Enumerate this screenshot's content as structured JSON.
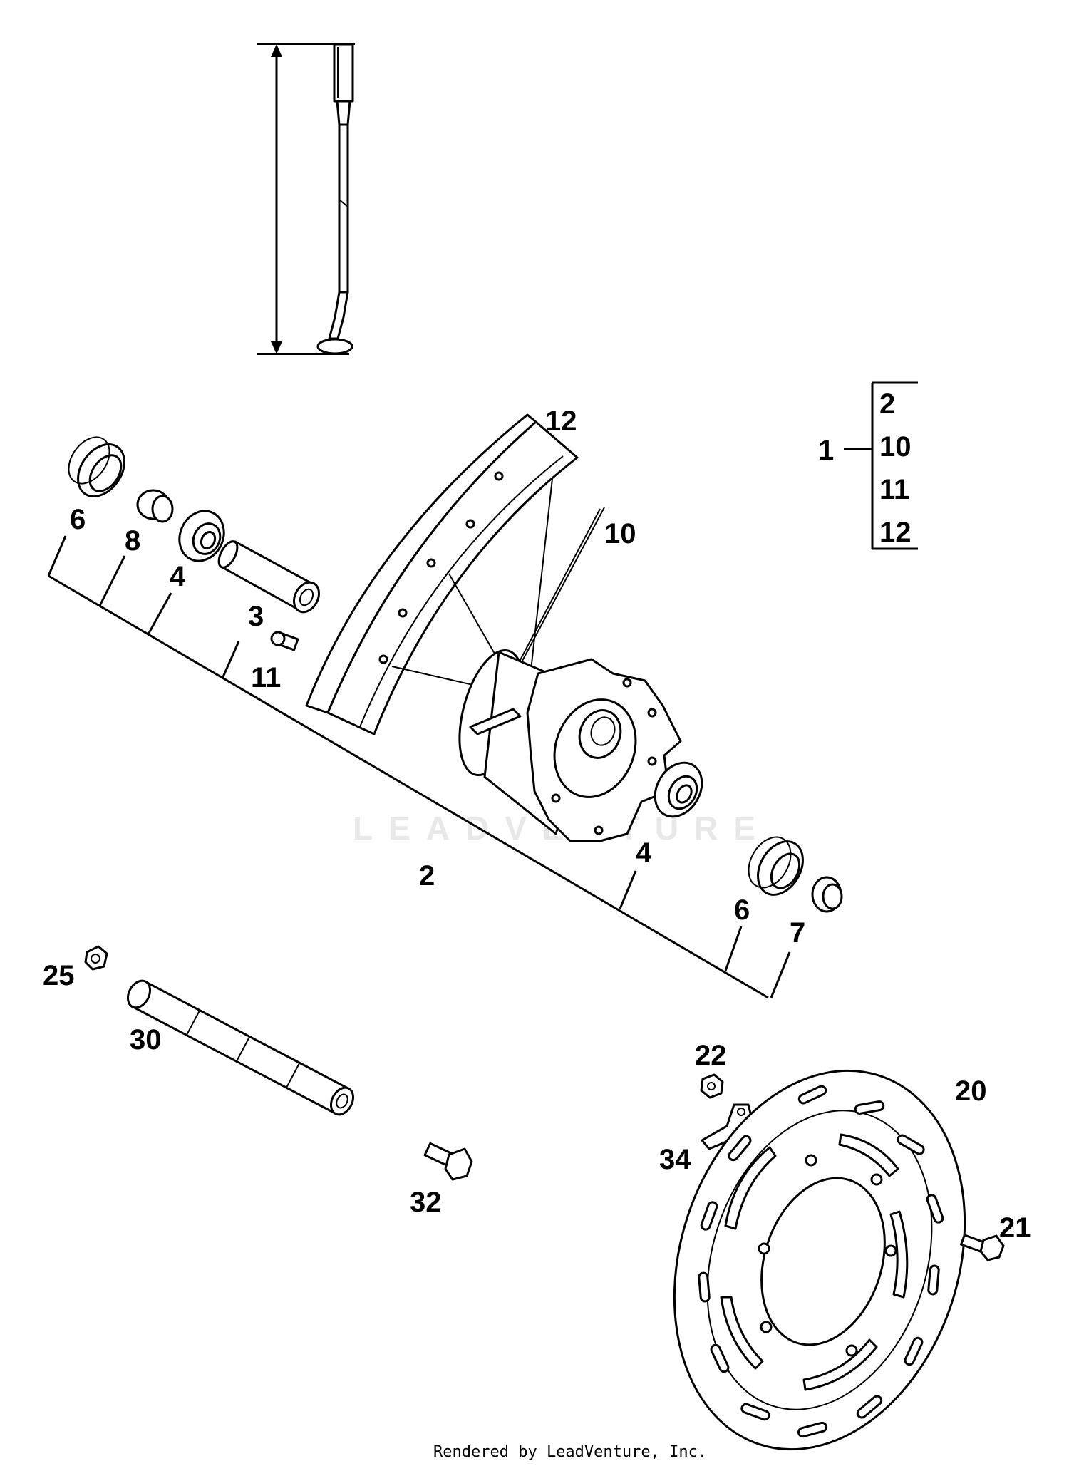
{
  "labels": {
    "l6a": "6",
    "l8": "8",
    "l4a": "4",
    "l3": "3",
    "l11": "11",
    "l12": "12",
    "l10": "10",
    "l2": "2",
    "l4b": "4",
    "l6b": "6",
    "l7": "7",
    "l25": "25",
    "l30": "30",
    "l32": "32",
    "l22": "22",
    "l20": "20",
    "l34": "34",
    "l21": "21"
  },
  "group": {
    "main": "1",
    "items": [
      "2",
      "10",
      "11",
      "12"
    ]
  },
  "watermark": "LEADVENTURE",
  "credit": "Rendered by LeadVenture, Inc."
}
